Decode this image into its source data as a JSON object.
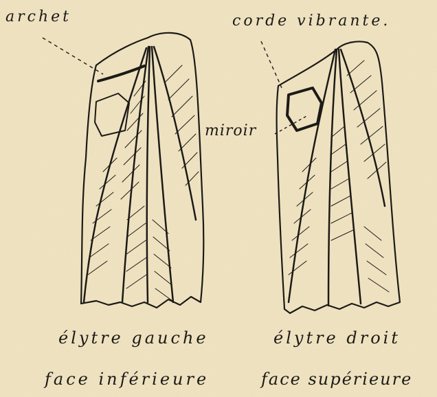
{
  "labels": {
    "archet": "archet",
    "corde_vibrante": "corde vibrante.",
    "miroir": "miroir",
    "elytre_gauche": "élytre gauche",
    "elytre_droit": "élytre droit",
    "face_inferieure": "face inférieure",
    "face_superieure": "face supérieure"
  },
  "colors": {
    "ink": "#1c1a16",
    "paper": "#efe3c2"
  }
}
